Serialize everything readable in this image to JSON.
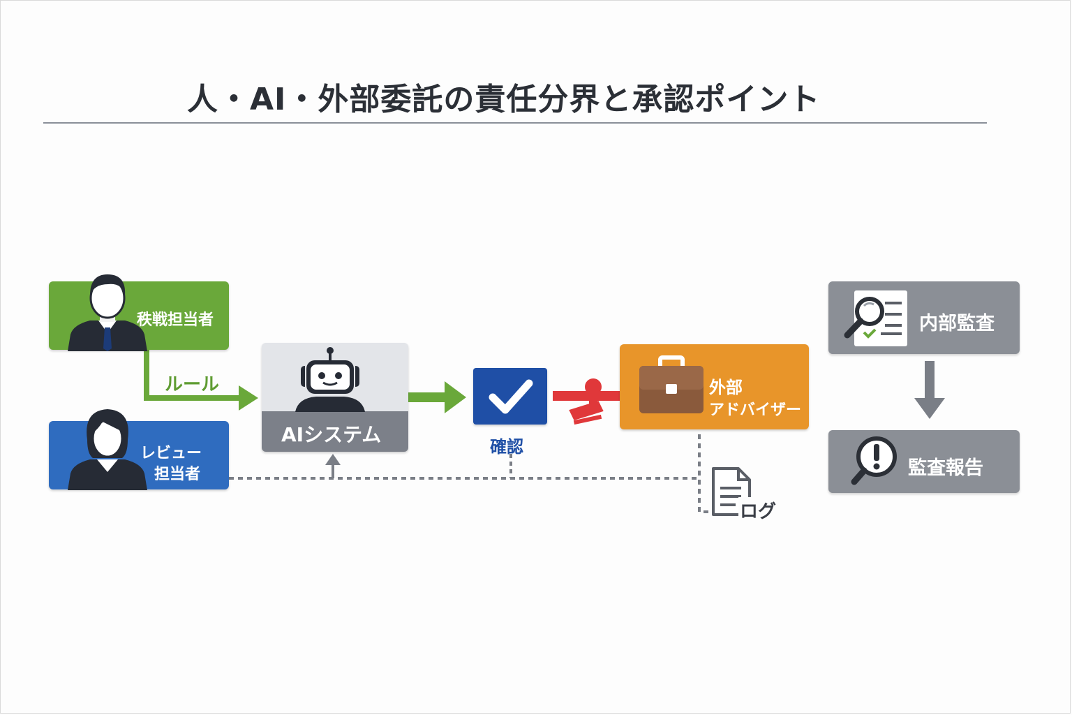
{
  "title": "人・AI・外部委託の責任分界と承認ポイント",
  "nodes": {
    "accounting": {
      "label": "秩戦担当者",
      "color": "#6aa83a"
    },
    "reviewer": {
      "label_line1": "レビュー",
      "label_line2": "担当者",
      "color": "#2f6cbf"
    },
    "ai_system": {
      "label": "AIシステム",
      "color_top": "#e3e5e9",
      "color_bottom": "#7c8089"
    },
    "check": {
      "label": "確認",
      "color": "#1f4fa6",
      "label_color": "#1f4fa6"
    },
    "external": {
      "label_line1": "外部",
      "label_line2": "アドバイザー",
      "color": "#e8952a"
    },
    "internal_audit": {
      "label": "内部監査",
      "color": "#8b8f96"
    },
    "audit_report": {
      "label": "監査報告",
      "color": "#8b8f96"
    }
  },
  "edges": {
    "rule_label": "ルール",
    "log_label": "ログ",
    "green": "#6aa83a",
    "red": "#e0383a",
    "gray": "#7a7e86"
  },
  "icons": {
    "accounting": "person-man-icon",
    "reviewer": "person-woman-icon",
    "ai_system": "robot-icon",
    "check": "checkmark-icon",
    "stamp": "stamp-icon",
    "external": "briefcase-icon",
    "internal_audit": "magnifier-document-icon",
    "audit_report": "exclamation-magnifier-icon",
    "log": "document-icon"
  }
}
